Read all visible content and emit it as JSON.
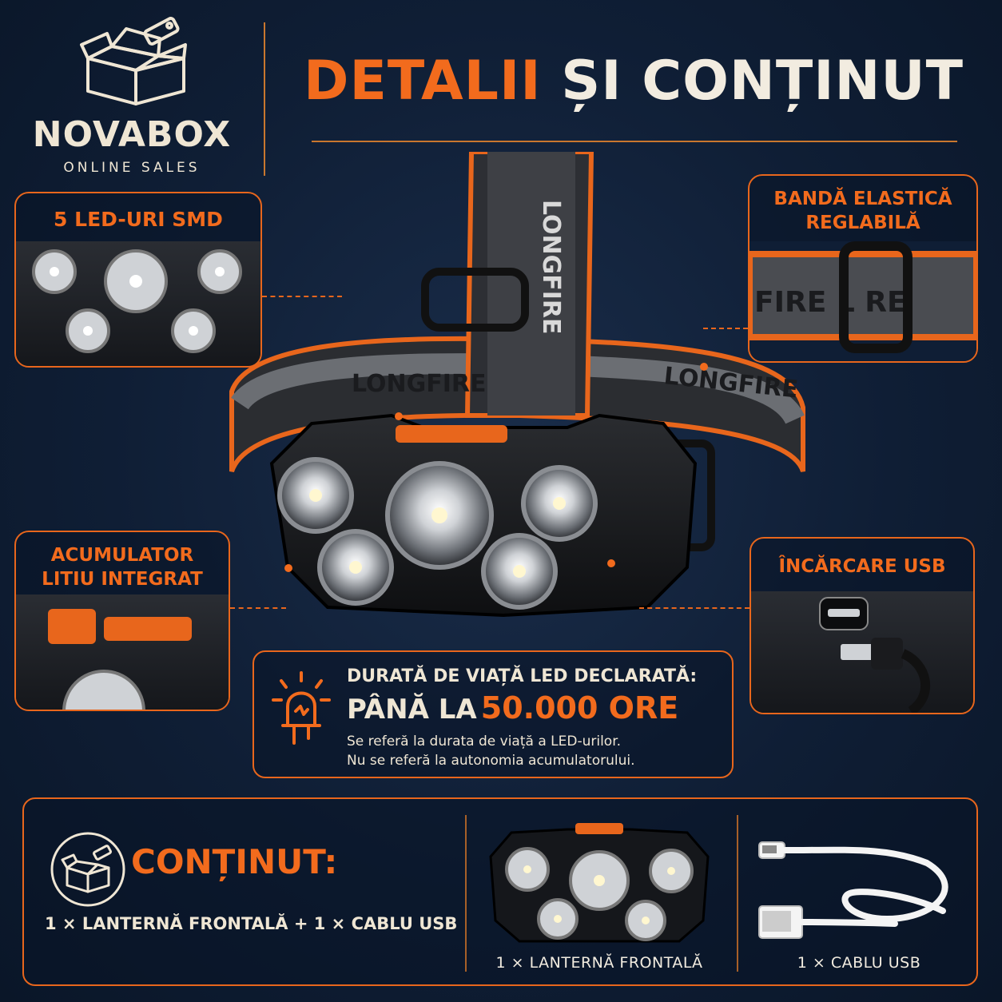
{
  "brand": {
    "name": "NOVABOX",
    "tagline": "ONLINE SALES"
  },
  "header": {
    "title_part1": "DETALII",
    "title_part2": "ȘI CONȚINUT"
  },
  "strap_text": "LONGFIRE",
  "features": {
    "leds": {
      "title": "5 LED-URI SMD"
    },
    "band": {
      "title_line1": "BANDĂ ELASTICĂ",
      "title_line2": "REGLABILĂ"
    },
    "battery": {
      "title_line1": "ACUMULATOR",
      "title_line2": "LITIU INTEGRAT"
    },
    "usb": {
      "title": "ÎNCĂRCARE USB"
    }
  },
  "lifespan": {
    "heading": "DURATĂ DE VIAȚĂ LED DECLARATĂ:",
    "value_prefix": "PÂNĂ LA",
    "value": "50.000 ORE",
    "note_line1": "Se referă la durata de viață a LED-urilor.",
    "note_line2": "Nu se referă la autonomia acumulatorului."
  },
  "contents": {
    "title": "CONȚINUT:",
    "summary": "1 × LANTERNĂ FRONTALĂ + 1 × CABLU USB",
    "item1": "1 × LANTERNĂ FRONTALĂ",
    "item2": "1 × CABLU USB"
  },
  "colors": {
    "background": "#0f1e35",
    "accent": "#f26b1d",
    "text": "#f2ece0"
  },
  "icons": [
    "box-logo-icon",
    "lamp-icon",
    "box-icon",
    "micro-usb-icon"
  ]
}
